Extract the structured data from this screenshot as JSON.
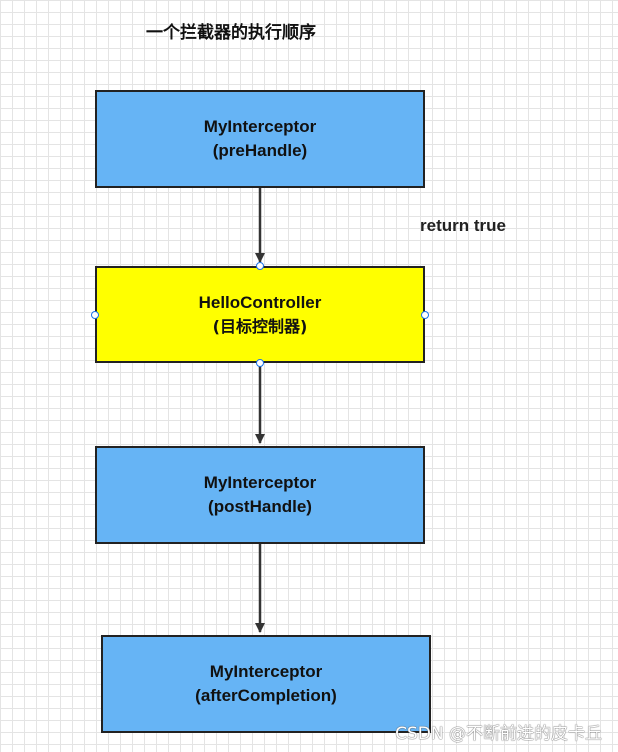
{
  "title": "一个拦截器的执行顺序",
  "nodes": {
    "pre_handle": {
      "line1": "MyInterceptor",
      "line2": "(preHandle)"
    },
    "controller": {
      "line1": "HelloController",
      "line2": "(目标控制器)"
    },
    "post_handle": {
      "line1": "MyInterceptor",
      "line2": "(postHandle)"
    },
    "after_completion": {
      "line1": "MyInterceptor",
      "line2": "(afterCompletion)"
    }
  },
  "edge_label": "return true",
  "watermark": "CSDN @不断前进的皮卡丘",
  "colors": {
    "interceptor_fill": "#66b4f5",
    "controller_fill": "#ffff00",
    "border": "#222222",
    "arrow": "#333333",
    "selection_handle": "#1a73e8"
  }
}
